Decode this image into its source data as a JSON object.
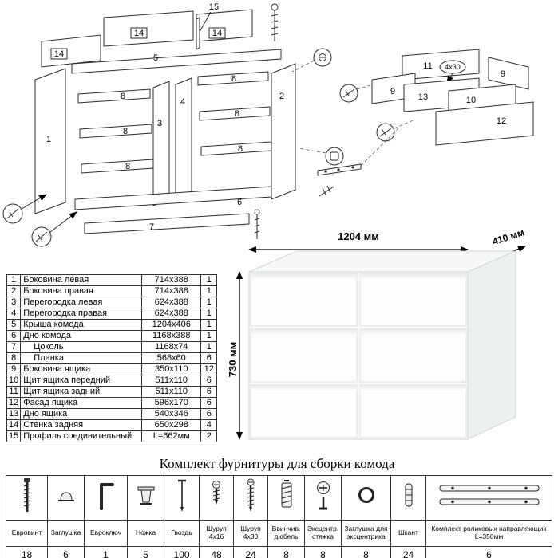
{
  "diagram": {
    "labels": {
      "n1": "1",
      "n2": "2",
      "n3": "3",
      "n4": "4",
      "n5": "5",
      "n6": "6",
      "n7": "7",
      "n8": "8",
      "n9": "9",
      "n10": "10",
      "n11": "11",
      "n12": "12",
      "n13": "13",
      "n14": "14",
      "n15": "15",
      "screw_note": "4x30"
    }
  },
  "render": {
    "width_label": "1204 мм",
    "depth_label": "410 мм",
    "height_label": "730 мм"
  },
  "parts_table": {
    "rows": [
      {
        "num": "1",
        "name": "Боковина левая",
        "size": "714x388",
        "qty": "1"
      },
      {
        "num": "2",
        "name": "Боковина правая",
        "size": "714x388",
        "qty": "1"
      },
      {
        "num": "3",
        "name": "Перегородка левая",
        "size": "624x388",
        "qty": "1"
      },
      {
        "num": "4",
        "name": "Перегородка правая",
        "size": "624x388",
        "qty": "1"
      },
      {
        "num": "5",
        "name": "Крыша комода",
        "size": "1204x406",
        "qty": "1"
      },
      {
        "num": "6",
        "name": "Дно комода",
        "size": "1168x388",
        "qty": "1"
      },
      {
        "num": "7",
        "name": "Цоколь",
        "size": "1168x74",
        "qty": "1"
      },
      {
        "num": "8",
        "name": "Планка",
        "size": "568x60",
        "qty": "6"
      },
      {
        "num": "9",
        "name": "Боковина ящика",
        "size": "350x110",
        "qty": "12"
      },
      {
        "num": "10",
        "name": "Щит ящика передний",
        "size": "511x110",
        "qty": "6"
      },
      {
        "num": "11",
        "name": "Щит ящика задний",
        "size": "511x110",
        "qty": "6"
      },
      {
        "num": "12",
        "name": "Фасад ящика",
        "size": "596x170",
        "qty": "6"
      },
      {
        "num": "13",
        "name": "Дно ящика",
        "size": "540x346",
        "qty": "6"
      },
      {
        "num": "14",
        "name": "Стенка задняя",
        "size": "650x298",
        "qty": "4"
      },
      {
        "num": "15",
        "name": "Профиль соединительный",
        "size": "L=662мм",
        "qty": "2"
      }
    ]
  },
  "hardware": {
    "title": "Комплект фурнитуры для сборки комода",
    "items": [
      {
        "name": "Евровинт",
        "qty": "18"
      },
      {
        "name": "Заглушка",
        "qty": "6"
      },
      {
        "name": "Евроключ",
        "qty": "1"
      },
      {
        "name": "Ножка",
        "qty": "5"
      },
      {
        "name": "Гвоздь",
        "qty": "100"
      },
      {
        "name": "Шуруп 4x16",
        "qty": "48"
      },
      {
        "name": "Шуруп 4x30",
        "qty": "24"
      },
      {
        "name": "Ввинчив. дюбель",
        "qty": "8"
      },
      {
        "name": "Эксцентр. стяжка",
        "qty": "8"
      },
      {
        "name": "Заглушка для эксцентрика",
        "qty": "8"
      },
      {
        "name": "Шкант",
        "qty": "24"
      },
      {
        "name": "Комплект роликовых направляющих L=350мм",
        "qty": "6"
      }
    ]
  }
}
